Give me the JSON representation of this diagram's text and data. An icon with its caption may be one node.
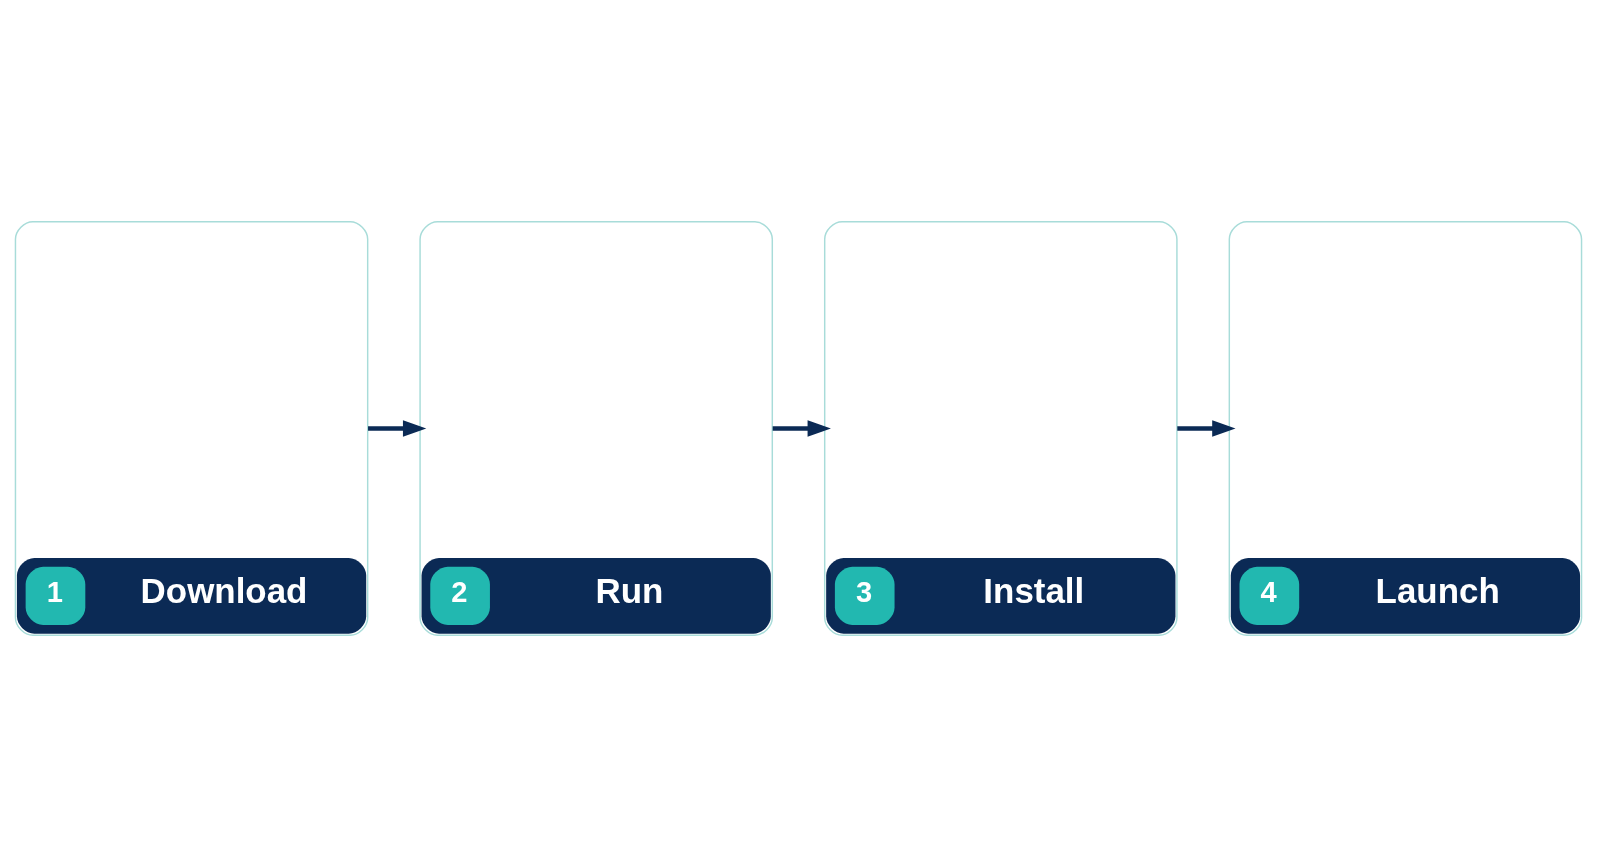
{
  "diagram": {
    "nodes": [
      {
        "text": [
          "1",
          "Download"
        ]
      },
      {
        "text": [
          "2",
          "Run"
        ]
      },
      {
        "text": [
          "3",
          "Install"
        ]
      },
      {
        "text": [
          "4",
          "Launch"
        ]
      }
    ],
    "edges": [
      {
        "from": 0,
        "to": 1,
        "arrow": "to"
      },
      {
        "from": 1,
        "to": 2,
        "arrow": "to"
      },
      {
        "from": 2,
        "to": 3,
        "arrow": "to"
      }
    ]
  }
}
